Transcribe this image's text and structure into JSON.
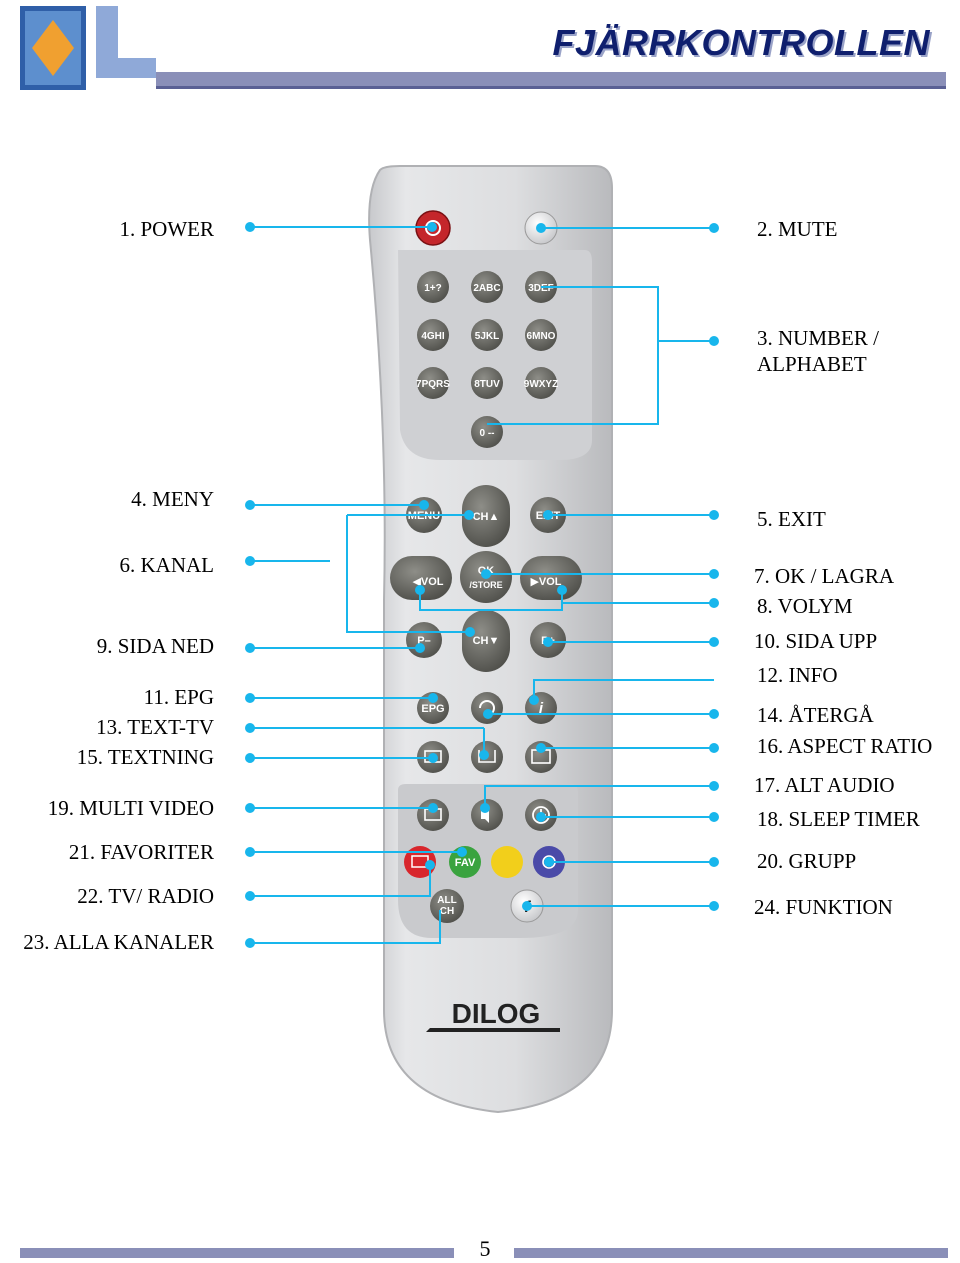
{
  "header": {
    "title": "FJÄRRKONTROLLEN"
  },
  "remote": {
    "brand": "DILOG",
    "buttons": {
      "num1": "1+?",
      "num2": "2ABC",
      "num3": "3DEF",
      "num4": "4GHI",
      "num5": "5JKL",
      "num6": "6MNO",
      "num7": "7PQRS",
      "num8": "8TUV",
      "num9": "9WXYZ",
      "num0": "0 --",
      "menu": "MENU",
      "ch_up": "CH▲",
      "exit": "EXIT",
      "vol_down": "◀VOL",
      "ok": "OK",
      "ok_sub": "/STORE",
      "vol_up": "▶VOL",
      "page_down": "P–",
      "ch_down": "CH▼",
      "page_up": "P+",
      "epg": "EPG",
      "info": "i",
      "fav": "FAV",
      "all_ch_top": "ALL",
      "all_ch_bottom": "CH",
      "func": "f"
    }
  },
  "labels_left": [
    "1. POWER",
    "4. MENY",
    "6. KANAL",
    "9. SIDA NED",
    "11. EPG",
    "13. TEXT-TV",
    "15. TEXTNING",
    "19. MULTI VIDEO",
    "21. FAVORITER",
    "22. TV/ RADIO",
    "23. ALLA KANALER"
  ],
  "labels_right": [
    "2. MUTE",
    "3. NUMBER /",
    "ALPHABET",
    "5. EXIT",
    "7. OK / LAGRA",
    "8. VOLYM",
    "10. SIDA UPP",
    "12. INFO",
    "14. ÅTERGÅ",
    "16. ASPECT RATIO",
    "17. ALT AUDIO",
    "18. SLEEP TIMER",
    "20. GRUPP",
    "24. FUNKTION"
  ],
  "footer": {
    "page_number": "5"
  },
  "colors": {
    "accent_line": "#18b6ec",
    "title": "#0f1f6e",
    "rule": "#8a8fb8",
    "logo_blue": "#4a8ec8",
    "logo_orange": "#f0a030"
  }
}
